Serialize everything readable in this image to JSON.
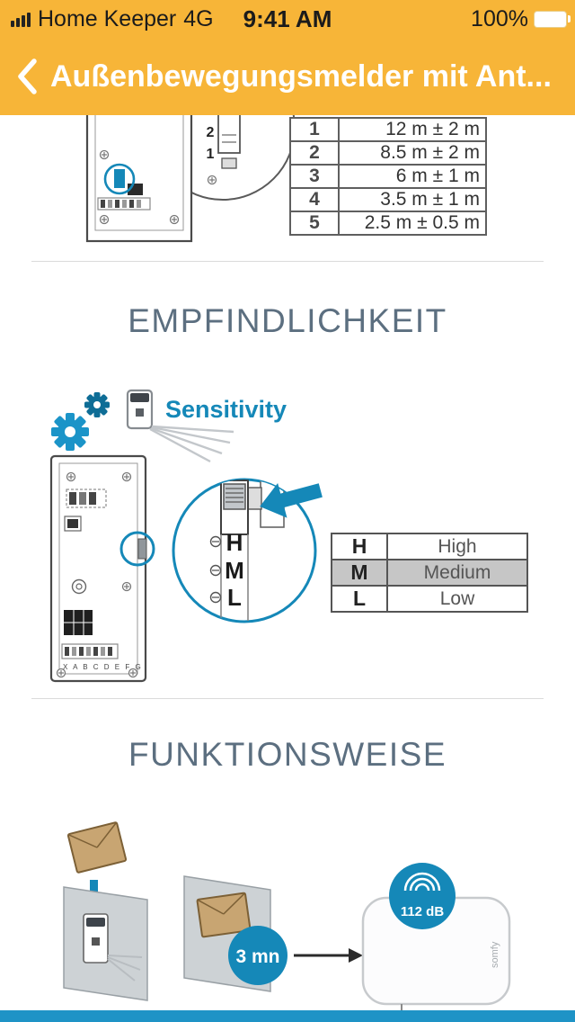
{
  "status_bar": {
    "carrier": "Home Keeper",
    "network": "4G",
    "time": "9:41 AM",
    "battery_percent": "100%"
  },
  "nav": {
    "title": "Außenbewegungsmelder mit Ant..."
  },
  "top_diagram": {
    "zoom_numbers": [
      "2",
      "1"
    ]
  },
  "range_table": {
    "rows": [
      {
        "level": "1",
        "value": "12 m ± 2 m"
      },
      {
        "level": "2",
        "value": "8.5 m ± 2 m"
      },
      {
        "level": "3",
        "value": "6 m ± 1 m"
      },
      {
        "level": "4",
        "value": "3.5 m ± 1 m"
      },
      {
        "level": "5",
        "value": "2.5 m ± 0.5 m"
      }
    ]
  },
  "sensitivity": {
    "heading": "EMPFINDLICHKEIT",
    "icon_label": "Sensitivity",
    "dip_labels": "X A B C D E F G",
    "switch_letters": [
      "H",
      "M",
      "L"
    ],
    "table": [
      {
        "key": "H",
        "value": "High",
        "selected": false
      },
      {
        "key": "M",
        "value": "Medium",
        "selected": true
      },
      {
        "key": "L",
        "value": "Low",
        "selected": false
      }
    ]
  },
  "operation": {
    "heading": "FUNKTIONSWEISE",
    "timer_label": "3 mn",
    "siren_level": "112 dB",
    "brand": "somfy"
  },
  "colors": {
    "accent_blue": "#1588B8",
    "bar_yellow": "#F7B538",
    "heading_gray": "#5C6F80",
    "footer_blue": "#1E93C6",
    "highlight_gray": "#C6C6C6"
  }
}
